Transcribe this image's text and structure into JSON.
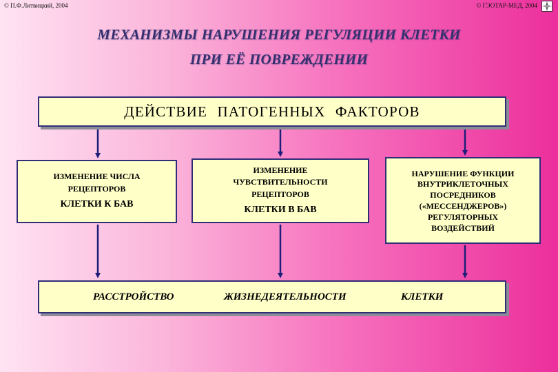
{
  "copyright_left": "© П.Ф.Литвицкий, 2004",
  "copyright_right": "© ГЭОТАР-МЕД, 2004",
  "title": {
    "line1": "МЕХАНИЗМЫ НАРУШЕНИЯ РЕГУЛЯЦИИ КЛЕТКИ",
    "line2": "ПРИ ЕЁ ПОВРЕЖДЕНИИ"
  },
  "top_box": "ДЕЙСТВИЕ ПАТОГЕННЫХ ФАКТОРОВ",
  "mid_boxes": [
    {
      "line1": "ИЗМЕНЕНИЕ ЧИСЛА",
      "line2": "РЕЦЕПТОРОВ",
      "line3": "КЛЕТКИ К БАВ"
    },
    {
      "line1": "ИЗМЕНЕНИЕ",
      "line2": "ЧУВСТВИТЕЛЬНОСТИ",
      "line3": "РЕЦЕПТОРОВ",
      "line4": "КЛЕТКИ В БАВ"
    },
    {
      "line1": "НАРУШЕНИЕ ФУНКЦИИ",
      "line2": "ВНУТРИКЛЕТОЧНЫХ",
      "line3": "ПОСРЕДНИКОВ",
      "line4": "(«МЕССЕНДЖЕРОВ»)",
      "line5": "РЕГУЛЯТОРНЫХ",
      "line6": "ВОЗДЕЙСТВИЙ"
    }
  ],
  "bottom_box": {
    "word1": "РАССТРОЙСТВО",
    "word2": "ЖИЗНЕДЕЯТЕЛЬНОСТИ",
    "word3": "КЛЕТКИ"
  },
  "colors": {
    "box_fill": "#ffffc8",
    "box_border": "#2e2e78",
    "arrow": "#1e1e7a",
    "title": "#34306e"
  },
  "icons": {
    "logo": "compass-logo-icon"
  }
}
